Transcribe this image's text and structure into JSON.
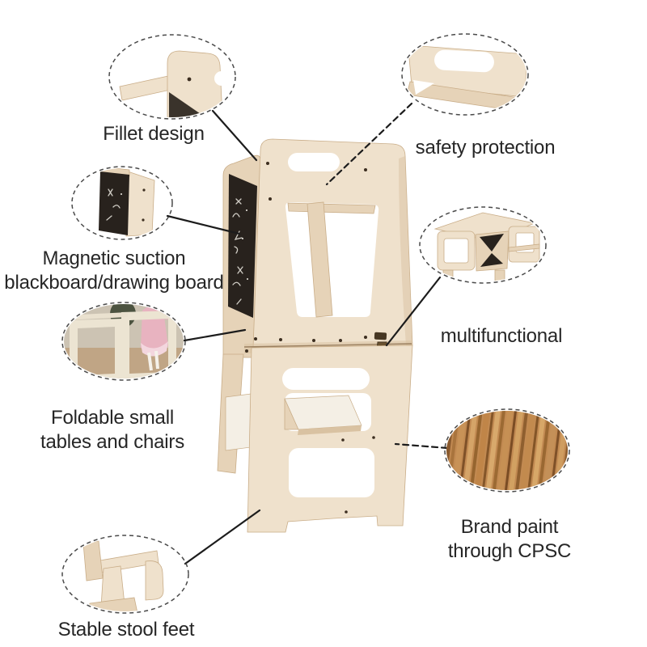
{
  "page": {
    "background": "#ffffff"
  },
  "product": {
    "description": "foldable-learning-tower-step-stool-with-chalkboard"
  },
  "callouts": {
    "fillet": {
      "label": "Fillet design",
      "image": "rounded-corner-closeup"
    },
    "safety": {
      "label": "safety protection",
      "image": "handle-cutout-closeup"
    },
    "blackboard": {
      "line1": "Magnetic suction",
      "line2": "blackboard/drawing board",
      "image": "chalkboard-panel-closeup"
    },
    "multifunctional": {
      "label": "multifunctional",
      "image": "folded-table-bench-view"
    },
    "foldable": {
      "line1": "Foldable small",
      "line2": "tables and chairs",
      "image": "child-table-chair-photo"
    },
    "paint": {
      "line1": "Brand paint",
      "line2": "through CPSC",
      "image": "wood-grain-texture"
    },
    "feet": {
      "label": "Stable stool feet",
      "image": "stool-feet-closeup"
    }
  },
  "colors": {
    "bg": "#ffffff",
    "text": "#262626",
    "line": "#1c1c1c",
    "dash": "#4a4a4a",
    "wood_light": "#efe1cc",
    "wood_mid": "#e6d3b8",
    "wood_dark": "#d9c2a2",
    "wood_edge": "#c9ad88",
    "board": "#28221d",
    "chalk": "#f0ede5",
    "slab": "#f4efe5",
    "latch": "#6a5230",
    "latch_dark": "#473723"
  }
}
